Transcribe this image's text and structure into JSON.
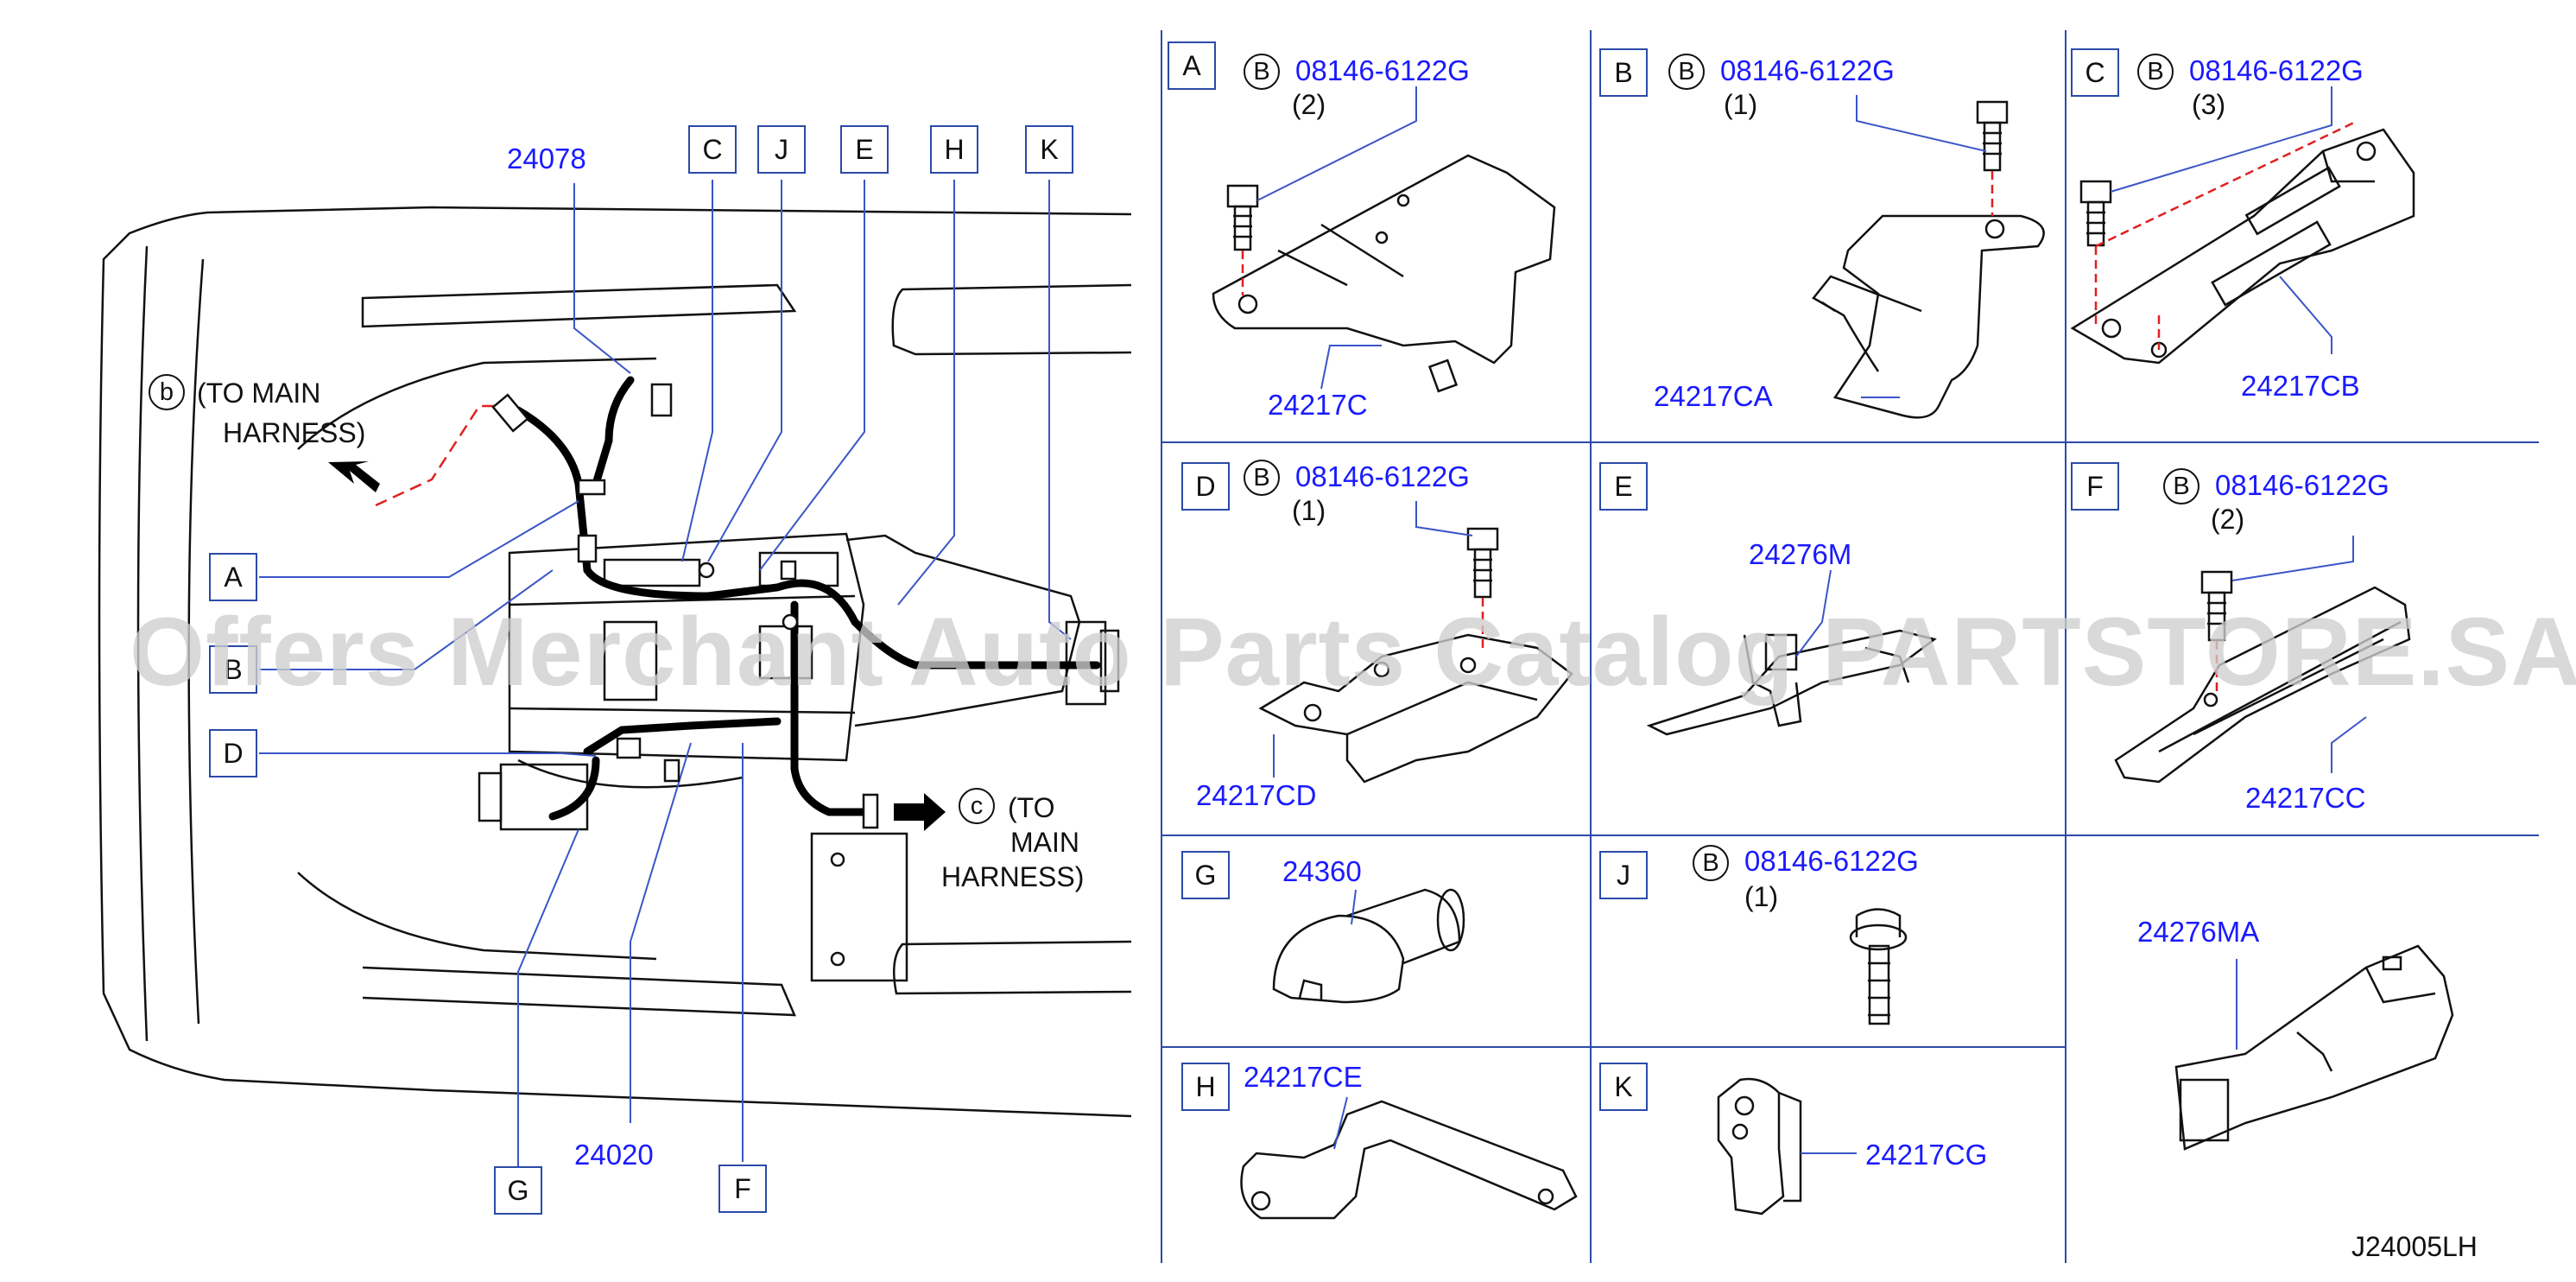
{
  "colors": {
    "part_number": "#1a1aff",
    "panel_line": "#2b4aa8",
    "leader": "#3a55c8",
    "drawing": "#111111",
    "dashed": "#e02020",
    "watermark": "#cfcfcf"
  },
  "watermark": "Offers Merchant Auto Parts Catalog PARTSTORE.SA",
  "overview": {
    "part_24078": "24078",
    "part_24020": "24020",
    "letters_top": [
      "C",
      "J",
      "E",
      "H",
      "K"
    ],
    "letters_left": [
      "A",
      "B",
      "D"
    ],
    "letter_g": "G",
    "letter_f": "F",
    "to_b": {
      "badge": "b",
      "line1": "(TO   MAIN",
      "line2": "HARNESS)"
    },
    "to_c": {
      "badge": "c",
      "line1": "(TO",
      "line2": "MAIN",
      "line3": "HARNESS)"
    }
  },
  "panels": {
    "A": {
      "letter": "A",
      "badge": "B",
      "bolt": "08146-6122G",
      "qty": "(2)",
      "part": "24217C"
    },
    "B": {
      "letter": "B",
      "badge": "B",
      "bolt": "08146-6122G",
      "qty": "(1)",
      "part": "24217CA"
    },
    "C": {
      "letter": "C",
      "badge": "B",
      "bolt": "08146-6122G",
      "qty": "(3)",
      "part": "24217CB"
    },
    "D": {
      "letter": "D",
      "badge": "B",
      "bolt": "08146-6122G",
      "qty": "(1)",
      "part": "24217CD"
    },
    "E": {
      "letter": "E",
      "part": "24276M"
    },
    "F": {
      "letter": "F",
      "badge": "B",
      "bolt": "08146-6122G",
      "qty": "(2)",
      "part": "24217CC"
    },
    "G": {
      "letter": "G",
      "part": "24360"
    },
    "J": {
      "letter": "J",
      "badge": "B",
      "bolt": "08146-6122G",
      "qty": "(1)"
    },
    "MA": {
      "part": "24276MA"
    },
    "H": {
      "letter": "H",
      "part": "24217CE"
    },
    "K": {
      "letter": "K",
      "part": "24217CG"
    }
  },
  "diagram_code": "J24005LH"
}
